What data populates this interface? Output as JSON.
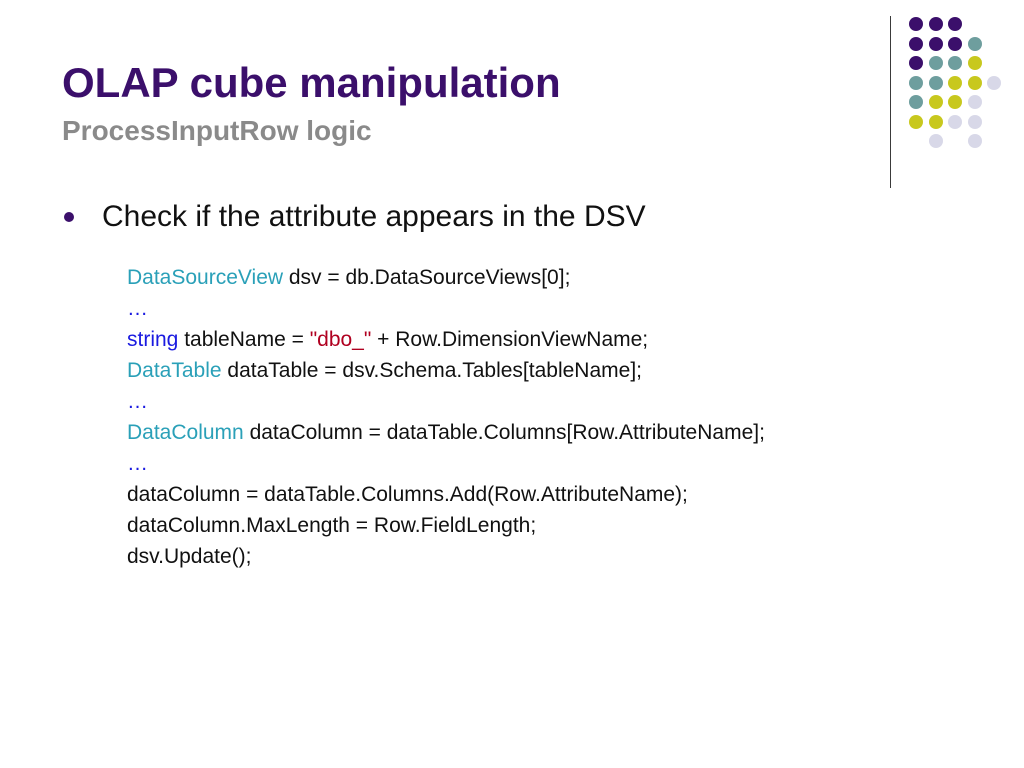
{
  "slide": {
    "title": "OLAP cube manipulation",
    "subtitle": "ProcessInputRow logic",
    "bullet": "Check if the attribute appears in the DSV",
    "code": {
      "line1": {
        "type": "DataSourceView",
        "rest": " dsv = db.DataSourceViews[0];"
      },
      "line2": {
        "text": "…"
      },
      "line3": {
        "keyword": "string",
        "before_str": " tableName = ",
        "string": "\"dbo_\"",
        "after_str": " + Row.DimensionViewName;"
      },
      "line4": {
        "type": "DataTable",
        "rest": " dataTable = dsv.Schema.Tables[tableName];"
      },
      "line5": {
        "text": "…"
      },
      "line6": {
        "type": "DataColumn",
        "rest": " dataColumn = dataTable.Columns[Row.AttributeName];"
      },
      "line7": {
        "text": "…"
      },
      "line8": {
        "text": "dataColumn = dataTable.Columns.Add(Row.AttributeName);"
      },
      "line9": {
        "text": "dataColumn.MaxLength = Row.FieldLength;"
      },
      "line10": {
        "text": "dsv.Update();"
      }
    }
  },
  "colors": {
    "purple": "#3b0f6b",
    "teal": "#6e9e9e",
    "olive": "#c8c81e",
    "lavender": "#d8d8e8",
    "title": "#3b0f6b",
    "subtitle": "#8a8a8a",
    "code_type": "#2aa0b8",
    "code_keyword": "#1a1ae0",
    "code_string": "#b00020"
  },
  "decor": {
    "dot_rows": [
      [
        "purple",
        "purple",
        "purple",
        "none",
        "none"
      ],
      [
        "purple",
        "purple",
        "purple",
        "teal",
        "none"
      ],
      [
        "purple",
        "teal",
        "teal",
        "olive",
        "none"
      ],
      [
        "teal",
        "teal",
        "olive",
        "olive",
        "lavender"
      ],
      [
        "teal",
        "olive",
        "olive",
        "lavender",
        "none"
      ],
      [
        "olive",
        "olive",
        "lavender",
        "lavender",
        "none"
      ],
      [
        "none",
        "lavender",
        "none",
        "lavender",
        "none"
      ]
    ]
  }
}
